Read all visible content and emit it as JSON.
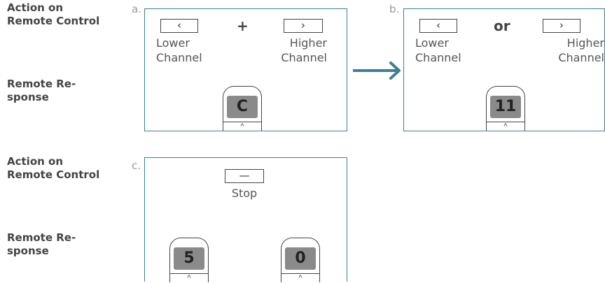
{
  "rows": [
    {
      "action_label": "Action on\nRemote Control",
      "response_label": "Remote Re-\nsponse"
    },
    {
      "action_label": "Action on\nRemote Control",
      "response_label": "Remote Re-\nsponse"
    }
  ],
  "panels": {
    "a": {
      "letter": "a.",
      "operator": "+",
      "left_key": {
        "symbol": "‹",
        "caption": "Lower\nChannel"
      },
      "right_key": {
        "symbol": "›",
        "caption": "Higher\nChannel"
      },
      "display": "C",
      "caret": "^"
    },
    "b": {
      "letter": "b.",
      "operator": "or",
      "left_key": {
        "symbol": "‹",
        "caption": "Lower\nChannel"
      },
      "right_key": {
        "symbol": "›",
        "caption": "Higher\nChannel"
      },
      "display": "11",
      "caret": "^"
    },
    "c": {
      "letter": "c.",
      "key": {
        "symbol": "—",
        "caption": "Stop"
      },
      "display_left": "5",
      "display_right": "0",
      "caret": "^"
    }
  },
  "colors": {
    "panel_border": "#3d7f96",
    "arrow": "#3d7f96",
    "screen": "#8a8a8a"
  },
  "icons": {
    "arrow": "arrow-right-icon"
  }
}
